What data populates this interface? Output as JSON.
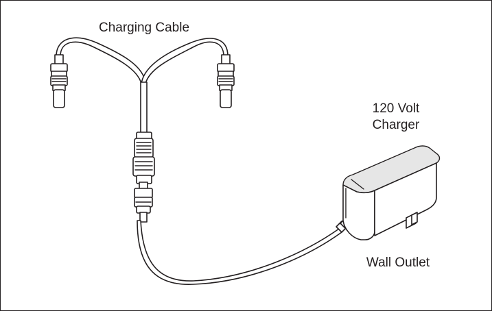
{
  "labels": {
    "charging_cable": "Charging Cable",
    "charger_line1": "120 Volt",
    "charger_line2": "Charger",
    "wall_outlet": "Wall Outlet"
  },
  "colors": {
    "ink": "#231f20",
    "background": "#ffffff"
  }
}
